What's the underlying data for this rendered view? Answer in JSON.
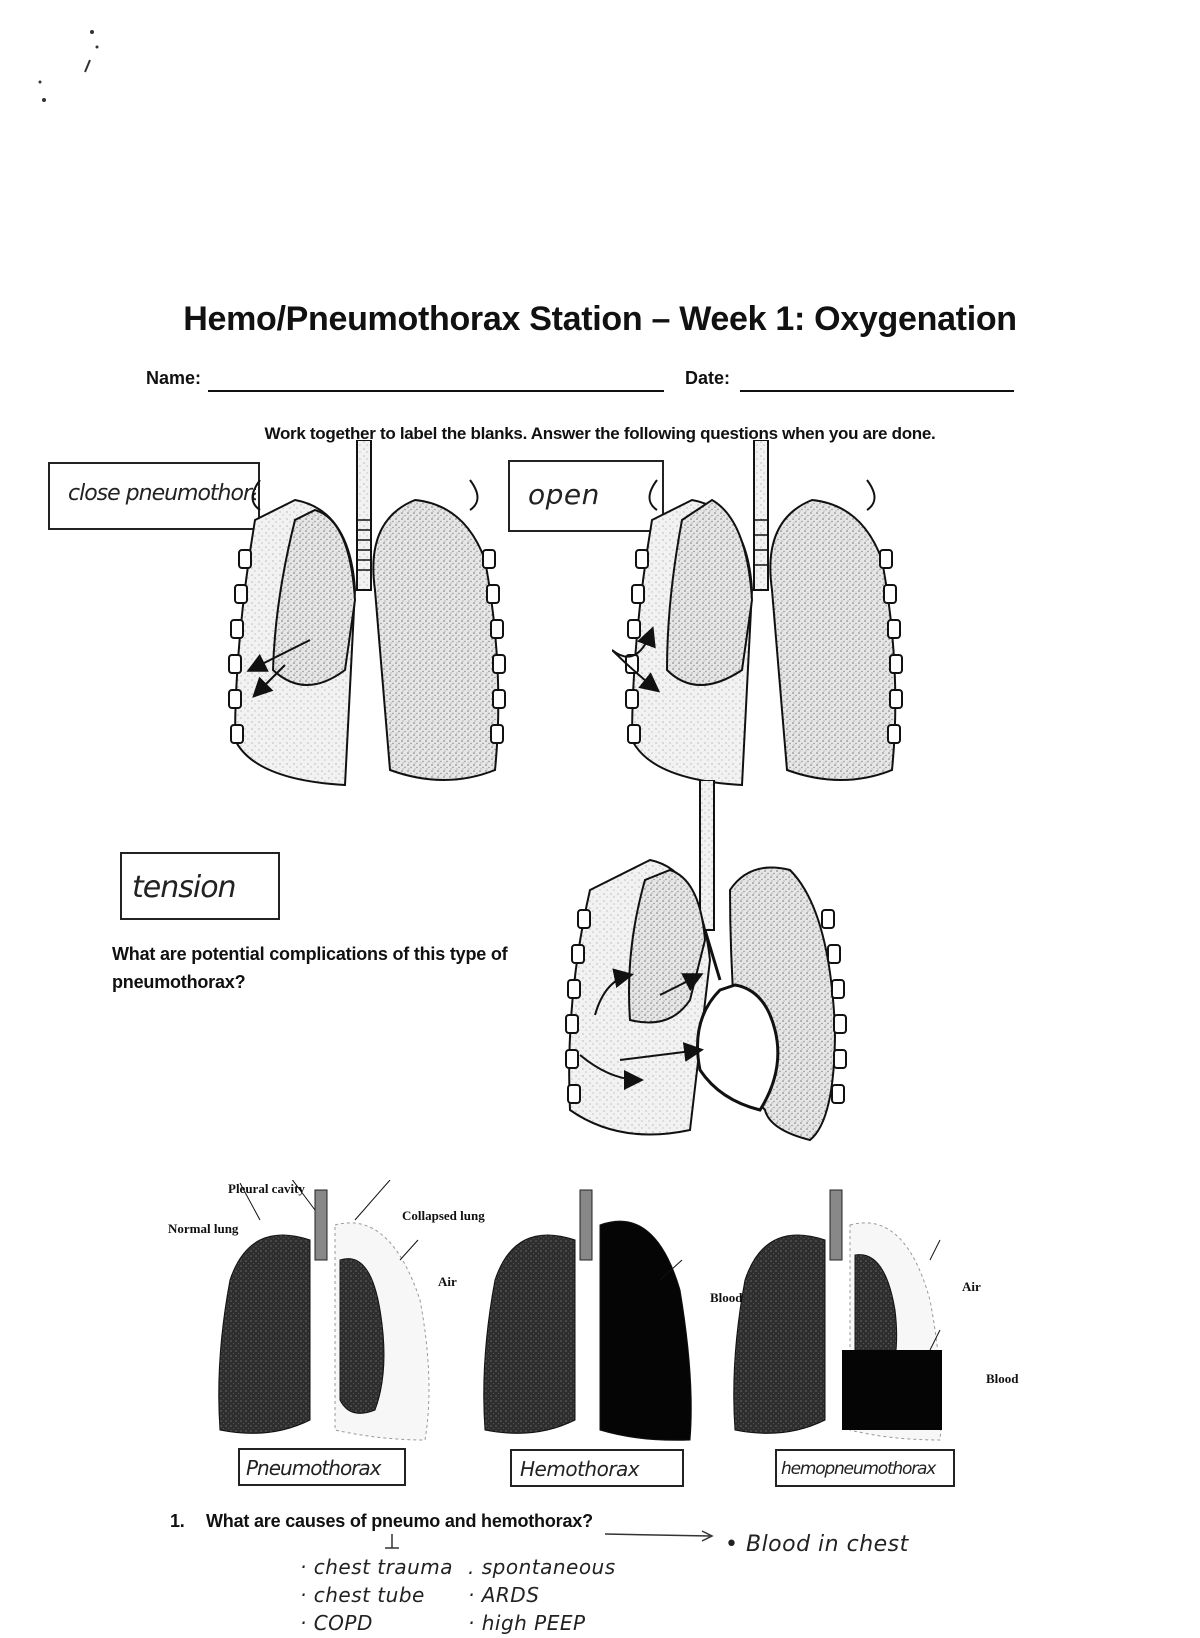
{
  "worksheet": {
    "title": "Hemo/Pneumothorax Station – Week 1: Oxygenation",
    "name_label": "Name:",
    "date_label": "Date:",
    "instructions": "Work together to label the blanks. Answer the following questions when you are done."
  },
  "diagram_labels": {
    "box1": "close pneumothorax",
    "box2": "open",
    "box3": "tension"
  },
  "tension_question": "What are potential complications of this type of pneumothorax?",
  "comparison": {
    "pleural_cavity": "Pleural cavity",
    "normal_lung": "Normal lung",
    "collapsed_lung": "Collapsed lung",
    "air_1": "Air",
    "blood_1": "Blood",
    "air_2": "Air",
    "blood_2": "Blood",
    "answers": [
      "Pneumothorax",
      "Hemothorax",
      "hemopneumothorax"
    ]
  },
  "question1": {
    "number": "1.",
    "text": "What are causes of pneumo and hemothorax?",
    "answer_side": "• Blood in chest",
    "col1": [
      "· chest trauma",
      "· chest tube",
      "· COPD"
    ],
    "col2": [
      ". spontaneous",
      "· ARDS",
      "· high PEEP"
    ]
  }
}
